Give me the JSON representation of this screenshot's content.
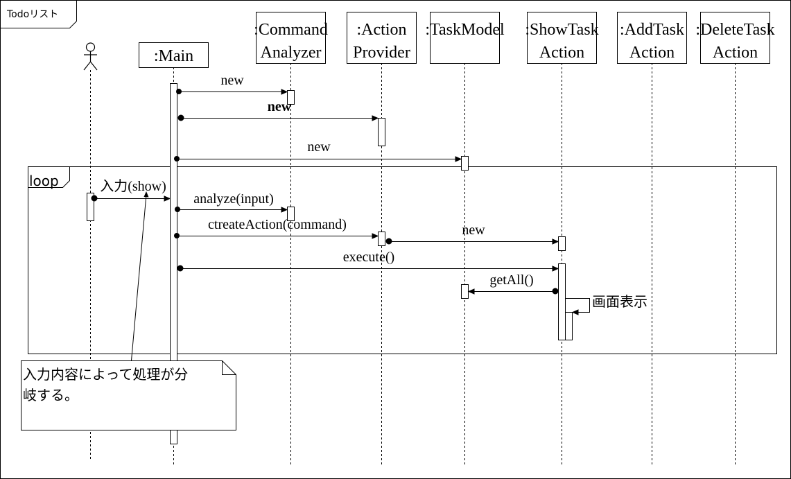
{
  "frame": {
    "title": "Todoリスト"
  },
  "lifelines": [
    {
      "id": "actor",
      "label": []
    },
    {
      "id": "main",
      "label": [
        ":Main"
      ]
    },
    {
      "id": "command-analyzer",
      "label": [
        ":Command",
        "Analyzer"
      ]
    },
    {
      "id": "action-provider",
      "label": [
        ":Action",
        "Provider"
      ]
    },
    {
      "id": "task-model",
      "label": [
        ":TaskModel"
      ]
    },
    {
      "id": "show-task-action",
      "label": [
        ":ShowTask",
        "Action"
      ]
    },
    {
      "id": "add-task-action",
      "label": [
        ":AddTask",
        "Action"
      ]
    },
    {
      "id": "delete-task-action",
      "label": [
        ":DeleteTask",
        "Action"
      ]
    }
  ],
  "loop": {
    "label": "loop"
  },
  "messages": [
    {
      "id": "msg-new-command-analyzer",
      "label": "new"
    },
    {
      "id": "msg-new-action-provider",
      "label": "new"
    },
    {
      "id": "msg-new-task-model",
      "label": "new"
    },
    {
      "id": "msg-input-show",
      "label": "入力(show)"
    },
    {
      "id": "msg-analyze",
      "label": "analyze(input)"
    },
    {
      "id": "msg-create-action",
      "label": "ctreateAction(command)"
    },
    {
      "id": "msg-new-show-task-action",
      "label": "new"
    },
    {
      "id": "msg-execute",
      "label": "execute()"
    },
    {
      "id": "msg-get-all",
      "label": "getAll()"
    },
    {
      "id": "msg-display",
      "label": "画面表示"
    }
  ],
  "note": {
    "lines": [
      "入力内容によって処理が分",
      "岐する。"
    ]
  }
}
